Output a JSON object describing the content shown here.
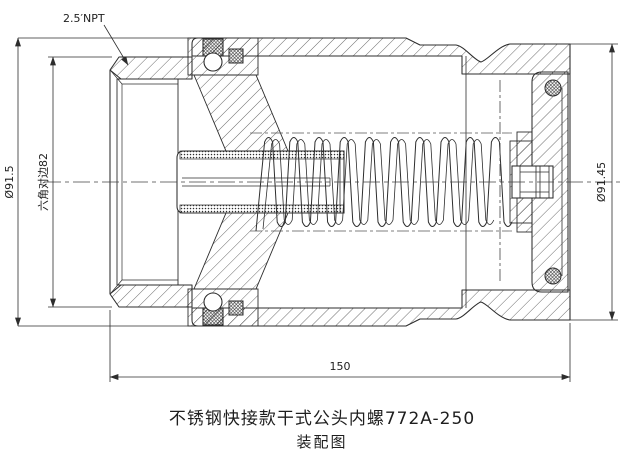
{
  "drawing": {
    "labels": {
      "npt": "2.5′NPT",
      "dia_left": "Ø91.5",
      "hex_flats": "六角对边82",
      "dia_right": "Ø91.45",
      "length": "150"
    },
    "title": "不锈钢快接款干式公头内螺772A-250",
    "subtitle": "装配图",
    "line_color": "#2d2d2d",
    "dim_color": "#3c3c3c"
  }
}
